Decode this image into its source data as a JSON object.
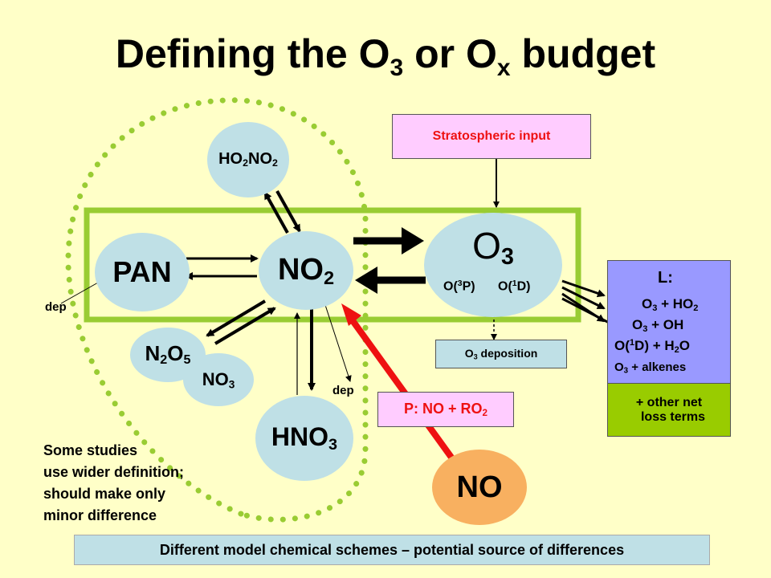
{
  "title": {
    "main": "Defining the O",
    "sub1": "3",
    "mid": " or O",
    "sub2": "x",
    "end": " budget"
  },
  "nodes": {
    "ho2no2": {
      "a": "HO",
      "s1": "2",
      "b": "NO",
      "s2": "2"
    },
    "pan": "PAN",
    "no2": {
      "a": "NO",
      "s": "2"
    },
    "o3": {
      "a": "O",
      "s": "3"
    },
    "o3p": {
      "a": "O(",
      "sup": "3",
      "b": "P)"
    },
    "o1d": {
      "a": "O(",
      "sup": "1",
      "b": "D)"
    },
    "n2o5": {
      "a": "N",
      "s1": "2",
      "b": "O",
      "s2": "5"
    },
    "no3": {
      "a": "NO",
      "s": "3"
    },
    "hno3": {
      "a": "HNO",
      "s": "3"
    },
    "no": "NO"
  },
  "labels": {
    "dep_left": "dep",
    "dep_center": "dep"
  },
  "boxes": {
    "strat": "Stratospheric input",
    "o3dep": {
      "a": "O",
      "s": "3",
      "b": " deposition"
    },
    "prod": {
      "a": "P: NO + RO",
      "s": "2"
    },
    "loss_title": "L:",
    "loss_lines": [
      {
        "a": "O",
        "s": "3",
        "b": " + HO",
        "s2": "2"
      },
      {
        "a": "O",
        "s": "3",
        "b": " + OH"
      },
      {
        "a": "O(",
        "sup": "1",
        "b": "D) + H",
        "s2": "2",
        "c": "O"
      },
      {
        "a": "O",
        "s": "3",
        "b": " + alkenes"
      }
    ],
    "other": [
      "+ other net",
      "loss terms"
    ],
    "footer": "Different model chemical schemes – potential source of differences"
  },
  "note": [
    "Some studies",
    "use wider definition;",
    "should make only",
    "minor difference"
  ],
  "colors": {
    "background": "#ffffc8",
    "node_fill": "#bfe0e6",
    "no_fill": "#f8b060",
    "green_frame": "#99cc33",
    "red_arrow": "#ee1111",
    "strat_box": "#ffccff",
    "loss_box": "#9999ff",
    "other_box": "#99cc00"
  }
}
